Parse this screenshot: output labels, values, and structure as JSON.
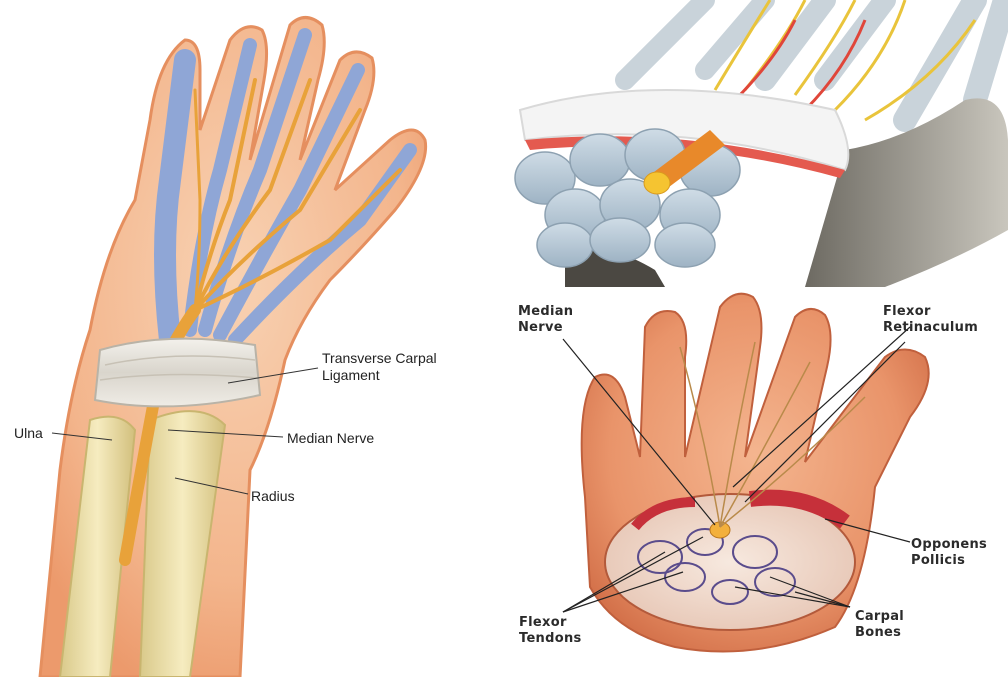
{
  "left_diagram": {
    "labels": {
      "ligament_line1": "Transverse Carpal",
      "ligament_line2": "Ligament",
      "ulna": "Ulna",
      "median_nerve": "Median Nerve",
      "radius": "Radius"
    }
  },
  "bottom_right_diagram": {
    "labels": {
      "median_nerve_line1": "Median",
      "median_nerve_line2": "Nerve",
      "flexor_retinaculum_line1": "Flexor",
      "flexor_retinaculum_line2": "Retinaculum",
      "opponens_line1": "Opponens",
      "opponens_line2": "Pollicis",
      "flexor_tendons_line1": "Flexor",
      "flexor_tendons_line2": "Tendons",
      "carpal_bones_line1": "Carpal",
      "carpal_bones_line2": "Bones"
    }
  },
  "colors": {
    "skin": "#f2b48a",
    "tendon": "#8fa6d6",
    "nerve": "#e8a23a",
    "bone": "#efe2a8",
    "ligament": "#e6e3dc",
    "muscle_red": "#c9373a"
  }
}
